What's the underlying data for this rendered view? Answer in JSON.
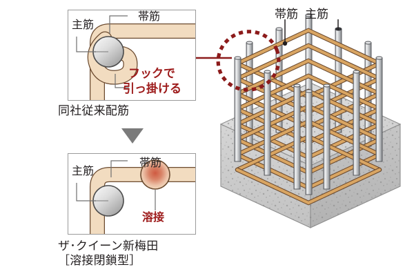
{
  "figure": {
    "type": "technical-diagram",
    "subject": "reinforcing-bar-hoop-detail",
    "background_color": "#ffffff"
  },
  "colors": {
    "rebar_fill": "#f2dcc0",
    "rebar_outline": "#6b4a2f",
    "main_bar_gray_light": "#f2f2f2",
    "main_bar_gray_dark": "#9a9a9a",
    "main_bar_outline": "#4d4d4d",
    "weld_center": "#d4654e",
    "weld_edge": "#f2dcc0",
    "red_text": "#9d1b1b",
    "dark_red_callout": "#8c1b1b",
    "concrete_light": "#d9d9d9",
    "concrete_mid": "#c4c4c4",
    "concrete_dark": "#b0b0b0",
    "leader_line": "#6f6f6f",
    "panel_border": "#9a9a9a",
    "arrow_gray": "#7b7b7b",
    "text": "#231f20"
  },
  "panels": {
    "legacy": {
      "caption": "同社従来配筋",
      "labels": {
        "main_bar": "主筋",
        "hoop": "帯筋"
      },
      "annotation": {
        "line1": "フックで",
        "line2": "引っ掛ける"
      }
    },
    "welded": {
      "caption_line1": "ザ･クイーン新梅田",
      "caption_line2": "［溶接閉鎖型］",
      "labels": {
        "main_bar": "主筋",
        "hoop": "帯筋"
      },
      "annotation": {
        "weld": "溶接"
      }
    }
  },
  "cage": {
    "labels": {
      "hoop": "帯筋",
      "main_bar": "主筋"
    },
    "callout": {
      "shape": "dotted-ellipse",
      "style": "square-dash",
      "color": "#8c1b1b"
    },
    "foundation": {
      "material": "concrete",
      "texture": "speckled-aggregate"
    },
    "counts": {
      "vertical_main_bars": 12,
      "horizontal_hoop_levels": 8
    }
  },
  "flow": {
    "arrow_direction": "down"
  }
}
